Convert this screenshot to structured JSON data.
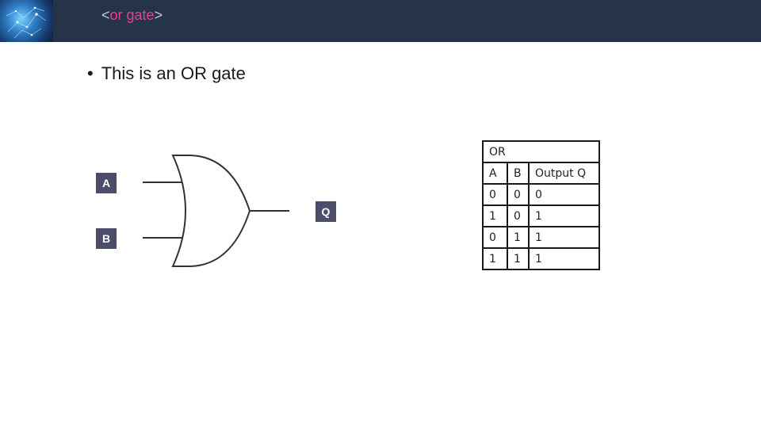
{
  "header": {
    "title_open": "<",
    "title_keyword": "or gate",
    "title_close": ">"
  },
  "bullet": {
    "text": "This is an OR gate"
  },
  "diagram": {
    "input_a": "A",
    "input_b": "B",
    "output_q": "Q"
  },
  "truth_table": {
    "title": "OR",
    "headers": [
      "A",
      "B",
      "Output Q"
    ],
    "rows": [
      [
        "0",
        "0",
        "0"
      ],
      [
        "1",
        "0",
        "1"
      ],
      [
        "0",
        "1",
        "1"
      ],
      [
        "1",
        "1",
        "1"
      ]
    ]
  }
}
